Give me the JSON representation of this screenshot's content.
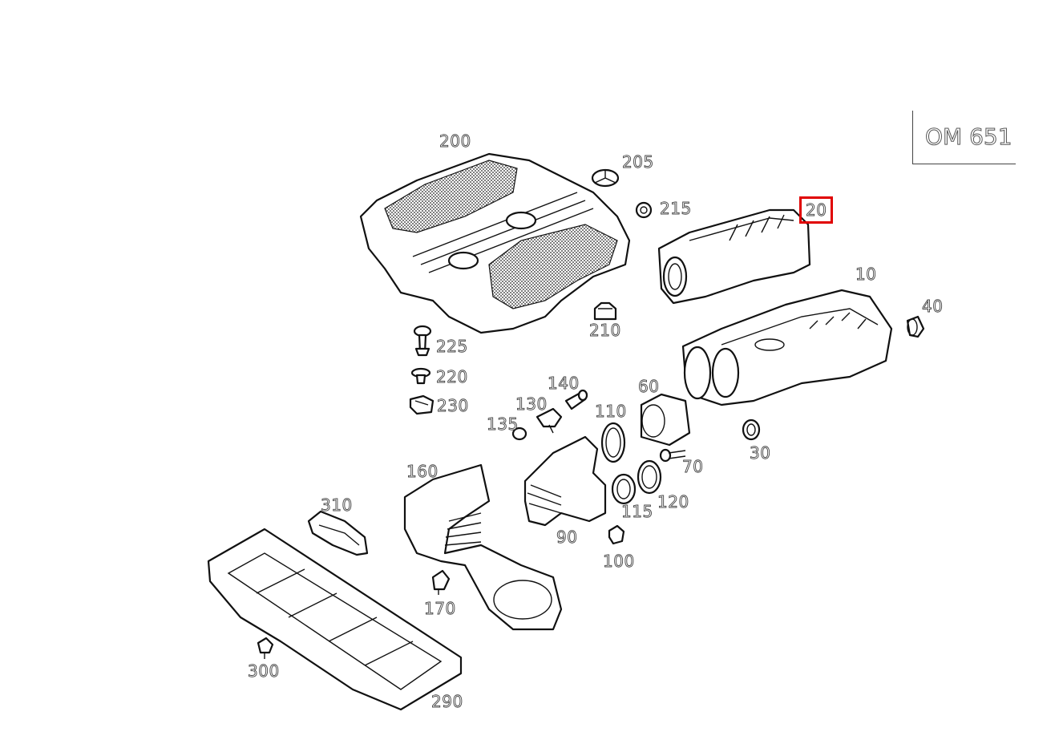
{
  "engine_code": "OM 651",
  "selected_part": "20",
  "labels": {
    "p200": "200",
    "p205": "205",
    "p215": "215",
    "p20": "20",
    "p10": "10",
    "p40": "40",
    "p210": "210",
    "p225": "225",
    "p220": "220",
    "p230": "230",
    "p140": "140",
    "p130": "130",
    "p135": "135",
    "p60": "60",
    "p110": "110",
    "p70": "70",
    "p30": "30",
    "p160": "160",
    "p120": "120",
    "p115": "115",
    "p90": "90",
    "p310": "310",
    "p100": "100",
    "p170": "170",
    "p300": "300",
    "p290": "290"
  }
}
